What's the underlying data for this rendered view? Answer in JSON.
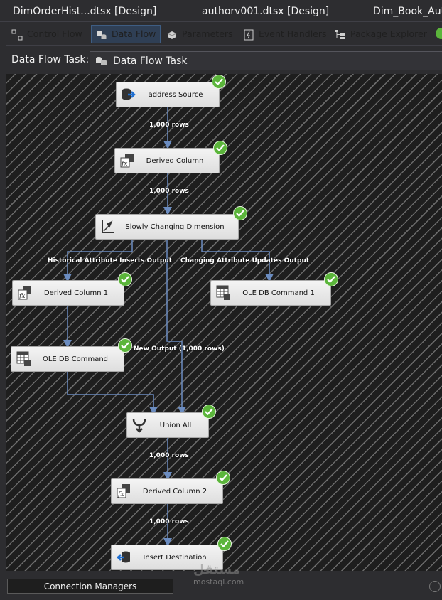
{
  "document_tabs": [
    {
      "label": "DimOrderHist...dtsx [Design]"
    },
    {
      "label": "authorv001.dtsx [Design]"
    },
    {
      "label": "Dim_Book_Aut"
    }
  ],
  "designer_tabs": [
    {
      "label": "Control Flow",
      "icon": "control-flow-icon",
      "active": false
    },
    {
      "label": "Data Flow",
      "icon": "data-flow-icon",
      "active": true
    },
    {
      "label": "Parameters",
      "icon": "parameters-icon",
      "active": false
    },
    {
      "label": "Event Handlers",
      "icon": "event-handlers-icon",
      "active": false
    },
    {
      "label": "Package Explorer",
      "icon": "package-explorer-icon",
      "active": false
    }
  ],
  "task_bar": {
    "label": "Data Flow Task:",
    "selected": "Data Flow Task"
  },
  "components": {
    "address_source": {
      "label": "address Source",
      "icon": "source-icon",
      "status": "success"
    },
    "derived_column": {
      "label": "Derived Column",
      "icon": "fx-icon",
      "status": "success"
    },
    "scd": {
      "label": "Slowly Changing Dimension",
      "icon": "scd-icon",
      "status": "success"
    },
    "derived_column_1": {
      "label": "Derived Column 1",
      "icon": "fx-icon",
      "status": "success"
    },
    "ole_db_command_1": {
      "label": "OLE DB Command 1",
      "icon": "table-icon",
      "status": "success"
    },
    "ole_db_command": {
      "label": "OLE DB Command",
      "icon": "table-icon",
      "status": "success"
    },
    "union_all": {
      "label": "Union All",
      "icon": "union-icon",
      "status": "success"
    },
    "derived_column_2": {
      "label": "Derived Column 2",
      "icon": "fx-icon",
      "status": "success"
    },
    "insert_destination": {
      "label": "Insert Destination",
      "icon": "destination-icon",
      "status": "success"
    }
  },
  "paths": {
    "source_to_derived": "1,000 rows",
    "derived_to_scd": "1,000 rows",
    "historical_output": "Historical Attribute Inserts Output",
    "changing_output": "Changing Attribute Updates Output",
    "new_output": "New Output (1,000 rows)",
    "union_to_derived2": "1,000 rows",
    "derived2_to_dest": "1,000 rows"
  },
  "bottom": {
    "connection_managers": "Connection Managers"
  },
  "watermark": {
    "text": "مستقل",
    "sub": "mostaql.com"
  },
  "colors": {
    "flow_line": "#6b8cc0",
    "status_success": "#5bb53b",
    "active_tab": "#2f3f55"
  }
}
